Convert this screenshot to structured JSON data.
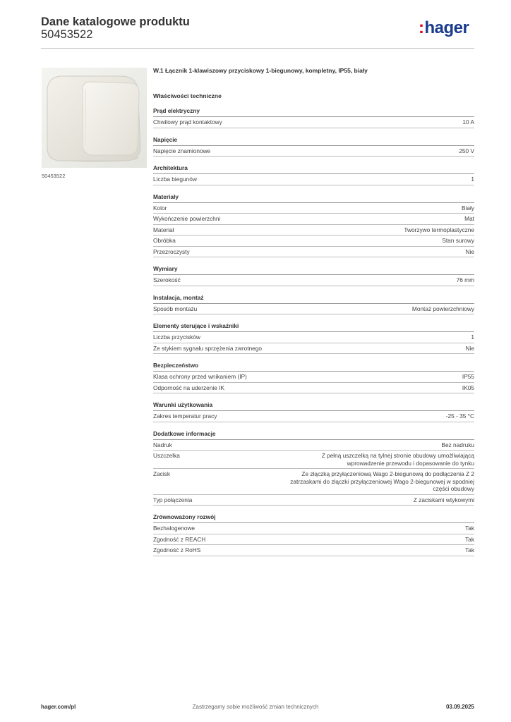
{
  "header": {
    "title": "Dane katalogowe produktu",
    "number": "50453522",
    "logo_text": "hager",
    "logo_colon": ":"
  },
  "product": {
    "image_caption": "50453522",
    "name": "W.1 Łącznik 1-klawiszowy przyciskowy 1-biegunowy, kompletny, IP55, biały",
    "properties_heading": "Właściwości techniczne"
  },
  "sections": [
    {
      "title": "Prąd elektryczny",
      "rows": [
        {
          "label": "Chwilowy prąd kontaktowy",
          "value": "10 A"
        }
      ]
    },
    {
      "title": "Napięcie",
      "rows": [
        {
          "label": "Napięcie znamionowe",
          "value": "250 V"
        }
      ]
    },
    {
      "title": "Architektura",
      "rows": [
        {
          "label": "Liczba biegunów",
          "value": "1"
        }
      ]
    },
    {
      "title": "Materiały",
      "rows": [
        {
          "label": "Kolor",
          "value": "Biały"
        },
        {
          "label": "Wykończenie powierzchni",
          "value": "Mat"
        },
        {
          "label": "Materiał",
          "value": "Tworzywo termoplastyczne"
        },
        {
          "label": "Obróbka",
          "value": "Stan surowy"
        },
        {
          "label": "Przezroczysty",
          "value": "Nie"
        }
      ]
    },
    {
      "title": "Wymiary",
      "rows": [
        {
          "label": "Szerokość",
          "value": "76 mm"
        }
      ]
    },
    {
      "title": "Instalacja, montaż",
      "rows": [
        {
          "label": "Sposób montażu",
          "value": "Montaż powierzchniowy"
        }
      ]
    },
    {
      "title": "Elementy sterujące i wskaźniki",
      "rows": [
        {
          "label": "Liczba przycisków",
          "value": "1"
        },
        {
          "label": "Ze stykiem sygnału sprzężenia zwrotnego",
          "value": "Nie"
        }
      ]
    },
    {
      "title": "Bezpieczeństwo",
      "rows": [
        {
          "label": "Klasa ochrony przed wnikaniem (IP)",
          "value": "IP55"
        },
        {
          "label": "Odporność na uderzenie IK",
          "value": "IK05"
        }
      ]
    },
    {
      "title": "Warunki użytkowania",
      "rows": [
        {
          "label": "Zakres temperatur pracy",
          "value": "-25 - 35 °C"
        }
      ]
    },
    {
      "title": "Dodatkowe informacje",
      "rows": [
        {
          "label": "Nadruk",
          "value": "Bez nadruku"
        },
        {
          "label": "Uszczelka",
          "value": "Z pełną uszczelką na tylnej stronie obudowy umożliwiającą wprowadzenie przewodu i dopasowanie do tynku"
        },
        {
          "label": "Zacisk",
          "value": "Ze złączką przyłączeniową Wago 2-biegunową do podłączenia Z 2 zatrzaskami do złączki przyłączeniowej Wago 2-biegunowej w spodniej części obudowy"
        },
        {
          "label": "Typ połączenia",
          "value": "Z zaciskami wtykowymi"
        }
      ]
    },
    {
      "title": "Zrównoważony rozwój",
      "rows": [
        {
          "label": "Bezhalogenowe",
          "value": "Tak"
        },
        {
          "label": "Zgodność z REACH",
          "value": "Tak"
        },
        {
          "label": "Zgodność z RoHS",
          "value": "Tak"
        }
      ]
    }
  ],
  "footer": {
    "website": "hager.com/pl",
    "notice": "Zastrzegamy sobie możliwość zmian technicznych",
    "date": "03.09.2025"
  }
}
